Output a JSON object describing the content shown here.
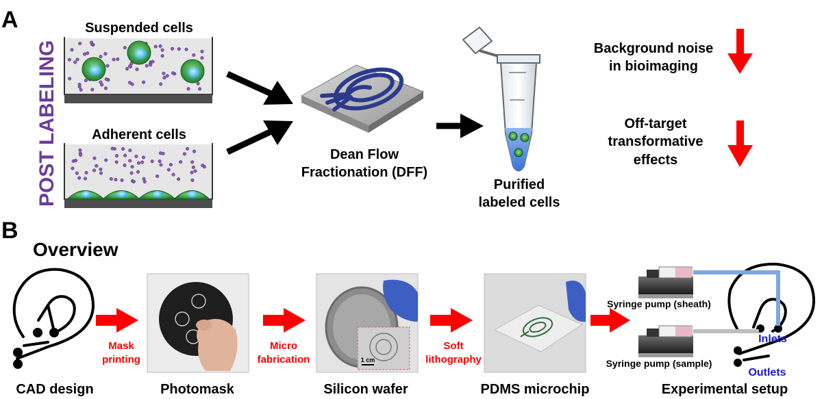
{
  "panel_a": {
    "letter": "A",
    "side_label": "POST LABELING",
    "suspended_label": "Suspended cells",
    "adherent_label": "Adherent cells",
    "dff_line1": "Dean Flow",
    "dff_line2": "Fractionation (DFF)",
    "purified_line1": "Purified",
    "purified_line2": "labeled cells",
    "effect1_line1": "Background noise",
    "effect1_line2": "in bioimaging",
    "effect2_line1": "Off-target",
    "effect2_line2": "transformative",
    "effect2_line3": "effects"
  },
  "panel_b": {
    "letter": "B",
    "title": "Overview",
    "steps": [
      {
        "label": "CAD design"
      },
      {
        "label": "Photomask"
      },
      {
        "label": "Silicon wafer"
      },
      {
        "label": "PDMS microchip"
      },
      {
        "label": "Experimental setup"
      }
    ],
    "arrow_labels": [
      {
        "line1": "Mask",
        "line2": "printing"
      },
      {
        "line1": "Micro",
        "line2": "fabrication"
      },
      {
        "line1": "Soft",
        "line2": "lithography"
      }
    ],
    "scale_bar": "1 cm",
    "pump_sheath": "Syringe pump (sheath)",
    "pump_sample": "Syringe pump (sample)",
    "inlets": "Inlets",
    "outlets": "Outlets"
  },
  "colors": {
    "purple": "#6a3d9a",
    "red": "#ff0000",
    "blue": "#1a1acc",
    "cell_green": "#1b8a2a",
    "nucleus": "#40c8e8"
  }
}
